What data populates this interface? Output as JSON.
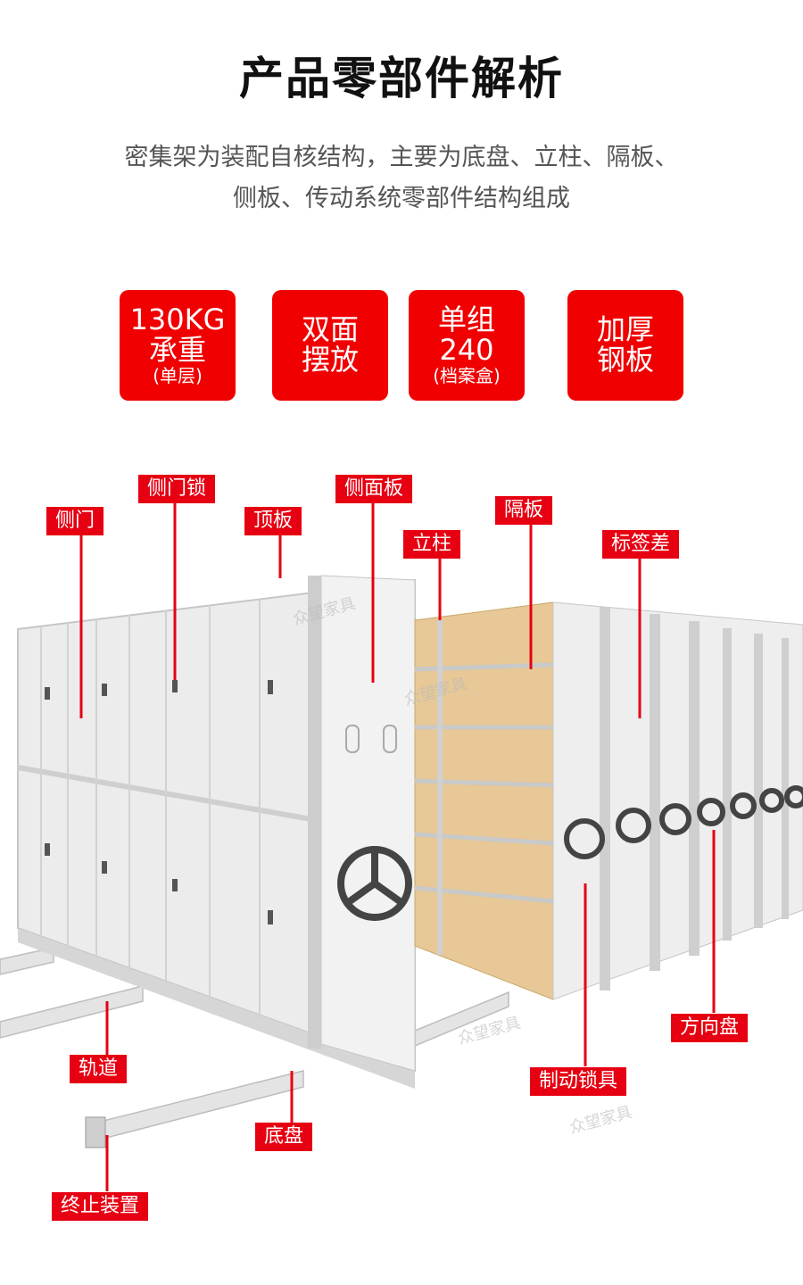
{
  "header": {
    "title": "产品零部件解析",
    "desc_line1": "密集架为装配自核结构，主要为底盘、立柱、隔板、",
    "desc_line2": "侧板、传动系统零部件结构组成"
  },
  "badges": [
    {
      "line1": "130KG",
      "line2": "承重",
      "note": "(单层)"
    },
    {
      "line1": "双面",
      "line2": "摆放",
      "note": ""
    },
    {
      "line1": "单组",
      "line2": "240",
      "note": "(档案盒)"
    },
    {
      "line1": "加厚",
      "line2": "钢板",
      "note": ""
    }
  ],
  "labels": {
    "side_door": "侧门",
    "side_door_lock": "侧门锁",
    "top_panel": "顶板",
    "side_panel": "侧面板",
    "column": "立柱",
    "shelf": "隔板",
    "label_tab": "标签差",
    "track": "轨道",
    "chassis": "底盘",
    "stop_device": "终止装置",
    "brake_lock": "制动锁具",
    "handwheel": "方向盘"
  },
  "watermark": "众望家具",
  "colors": {
    "accent_red": "#e60012",
    "cabinet_light": "#ececec",
    "cabinet_frame": "#c8c8c8",
    "box_tan": "#e7c896"
  }
}
